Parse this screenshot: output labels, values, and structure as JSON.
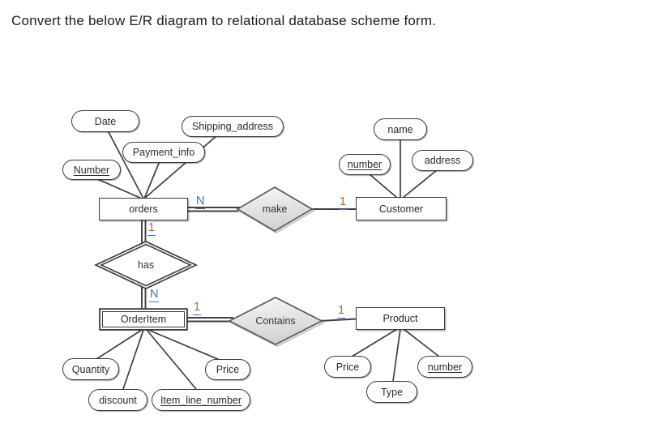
{
  "title": "Convert the below E/R diagram to relational database scheme form.",
  "diagram": {
    "entities": {
      "orders": "orders",
      "customer": "Customer",
      "orderitem": "OrderItem",
      "product": "Product"
    },
    "relationships": {
      "make": "make",
      "has": "has",
      "contains": "Contains"
    },
    "attributes": {
      "date": "Date",
      "shipping_address": "Shipping_address",
      "payment_info": "Payment_info",
      "order_number": "Number",
      "customer_name": "name",
      "customer_number": "number",
      "customer_address": "address",
      "quantity": "Quantity",
      "discount": "discount",
      "item_line_number": "Item_line_number",
      "orderitem_price": "Price",
      "product_price": "Price",
      "product_type": "Type",
      "product_number": "number"
    },
    "cardinalities": {
      "orders_make": "N",
      "make_customer": "1",
      "orders_has": "1",
      "has_orderitem": "N",
      "orderitem_contains": "1",
      "contains_product": "1"
    },
    "colors": {
      "line": "#3f3f3f",
      "n_label": "#4472c4",
      "one_label": "#c0622a",
      "diamond_fill_top": "#f6f6f6",
      "diamond_fill_bottom": "#d2d2d2",
      "diamond_border": "#5a5a5a"
    }
  }
}
